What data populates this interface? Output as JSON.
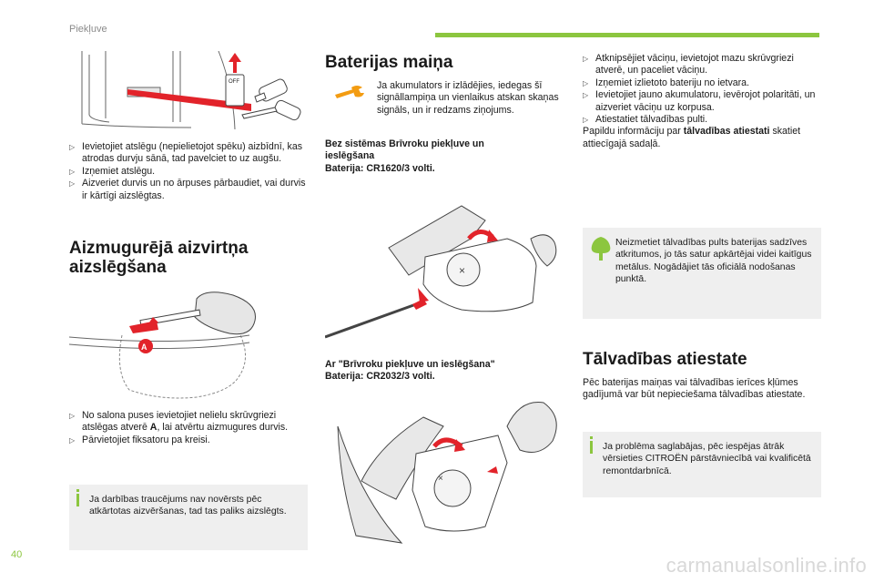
{
  "header": {
    "section": "Piekļuve"
  },
  "page_number": "40",
  "watermark": "carmanualsonline.info",
  "col1": {
    "lock_bullets": [
      "Ievietojiet atslēgu (nepielietojot spēku) aizbīdnī, kas atrodas durvju sānā, tad pavelciet to uz augšu.",
      "Izņemiet atslēgu.",
      "Aizveriet durvis un no ārpuses pārbaudiet, vai durvis ir kārtīgi aizslēgtas."
    ],
    "rear_title_line1": "Aizmugurējā aizvirtņa",
    "rear_title_line2": "aizslēgšana",
    "rear_bullet1_pre": "No salona puses ievietojiet nelielu skrūvgriezi atslēgas atverē ",
    "rear_bullet1_bold": "A",
    "rear_bullet1_post": ", lai atvērtu aizmugures durvis.",
    "rear_bullet2": "Pārvietojiet fiksatoru pa kreisi.",
    "note": "Ja darbības traucējums nav novērsts pēc atkārtotas aizvēršanas, tad tas paliks aizslēgts.",
    "figure_label_a": "A",
    "off_label": "OFF"
  },
  "col2": {
    "title": "Baterijas maiņa",
    "intro": "Ja akumulators ir izlādējies, iedegas šī signāllampiņa un vienlaikus atskan skaņas signāls, un ir redzams ziņojums.",
    "bez_line1": "Bez sistēmas Brīvroku piekļuve un",
    "bez_line2": "ieslēgšana",
    "bez_line3": "Baterija: CR1620/3 volti.",
    "ar_line1": "Ar \"Brīvroku piekļuve un ieslēgšana\"",
    "ar_line2": "Baterija: CR2032/3 volti."
  },
  "col3": {
    "bullets": [
      "Atknipsējiet vāciņu, ievietojot mazu skrūvgriezi atverē, un paceliet vāciņu.",
      "Izņemiet izlietoto bateriju no ietvara.",
      "Ievietojiet jauno akumulatoru, ievērojot polaritāti, un aizveriet vāciņu uz korpusa.",
      "Atiestatiet tālvadības pulti."
    ],
    "more_info_pre": "Papildu informāciju par ",
    "more_info_bold": "tālvadības atiestati",
    "more_info_post": " skatiet attiecīgajā sadaļā.",
    "eco_note": "Neizmetiet tālvadības pults baterijas sadzīves atkritumos, jo tās satur apkārtējai videi kaitīgus metālus. Nogādājiet tās oficiālā nodošanas punktā.",
    "reset_title": "Tālvadības atiestate",
    "reset_text": "Pēc baterijas maiņas vai tālvadības ierīces kļūmes gadījumā var būt nepieciešama tālvadības atiestate.",
    "reset_note": "Ja problēma saglabājas, pēc iespējas ātrāk vērsieties CITROËN pārstāvniecībā vai kvalificētā remontdarbnīcā."
  },
  "colors": {
    "accent_green": "#8cc63f",
    "arrow_red": "#e2232a",
    "note_grey": "#efefef"
  },
  "icons": {
    "battery_warning": "wrench-warning-icon",
    "eco": "tree-icon",
    "info": "info-icon"
  }
}
